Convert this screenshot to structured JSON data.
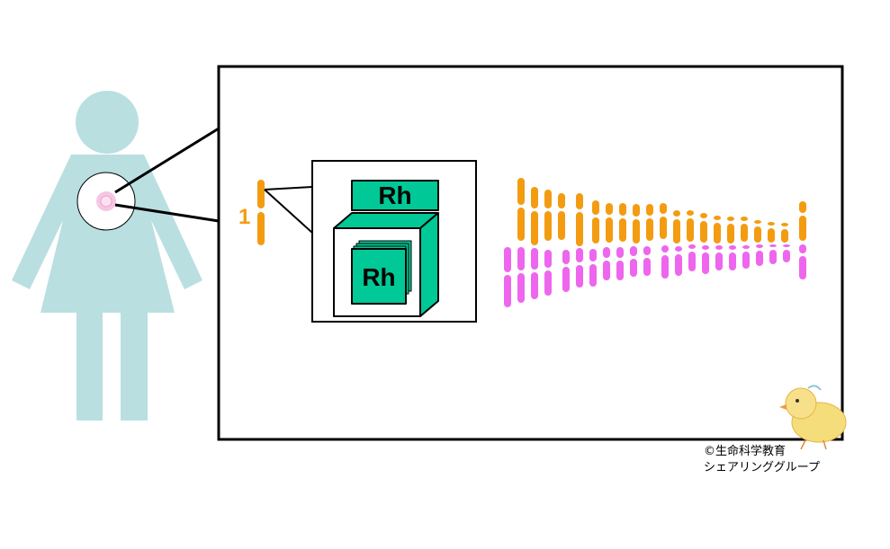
{
  "diagram": {
    "chromosome_label": "1",
    "gene_label_top": "Rh",
    "gene_label_front": "Rh",
    "credit_line_1": "©生命科学教育",
    "credit_line_2": "シェアリンググループ"
  },
  "colors": {
    "figure": "#b9dfe1",
    "chromosome_orange": "#f39c12",
    "chromosome_magenta": "#ee66ee",
    "gene_box": "#00c896",
    "outline": "#000000"
  },
  "icons": {
    "person": "woman-silhouette-icon",
    "cell": "cell-icon",
    "mascot": "chick-icon"
  }
}
